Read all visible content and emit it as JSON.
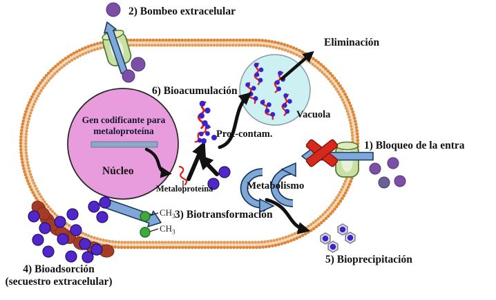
{
  "diagram": {
    "labels": {
      "bombeo": "2) Bombeo extracelular",
      "eliminacion": "Eliminación",
      "bioacumulacion": "6) Bioacumulación",
      "vacuola": "Vacuola",
      "bloqueo": "1) Bloqueo de la entra",
      "prot_contam": "Prot-contam.",
      "gen_line1": "Gen codificante para",
      "gen_line2": "metaloproteína",
      "nucleo": "Núcleo",
      "metaloproteina": "Metaloproteína",
      "metabolismo": "Metabolismo",
      "biotransformacion": "3) Biotransformación",
      "ch3": "CH",
      "ch3_sub": "3",
      "bioprecipitacion": "5) Bioprecipitación",
      "bioadsorcion_line1": "4) Bioadsorción",
      "bioadsorcion_line2": "(secuestro extracelular)"
    },
    "icons": {
      "blocked_entry": "red-x-cross",
      "metal_ion": "filled-purple-circle",
      "membrane_channel": "green-barrel",
      "transport_arrow": "blue-block-arrow",
      "metabolism_cycle": "blue-circular-arrows",
      "precipitate": "hexagonal-crystal",
      "protein": "red-squiggle-with-blue-dots"
    },
    "colors": {
      "membrane_orange": "#DC8638",
      "nucleus_pink": "#E89CDD",
      "vacuole_cyan": "#CDF1F3",
      "channel_green": "#C9DFA3",
      "arrow_blue": "#7FA8D9",
      "block_x_red": "#D42A1E",
      "ion_purple": "#7B4FA6",
      "ion_blue_violet": "#5227C9",
      "biosorbent_red": "#A33B26",
      "protein_red": "#E02010",
      "gene_bar_blue": "#8FA8C8",
      "methyl_green": "#3FA83F"
    }
  }
}
